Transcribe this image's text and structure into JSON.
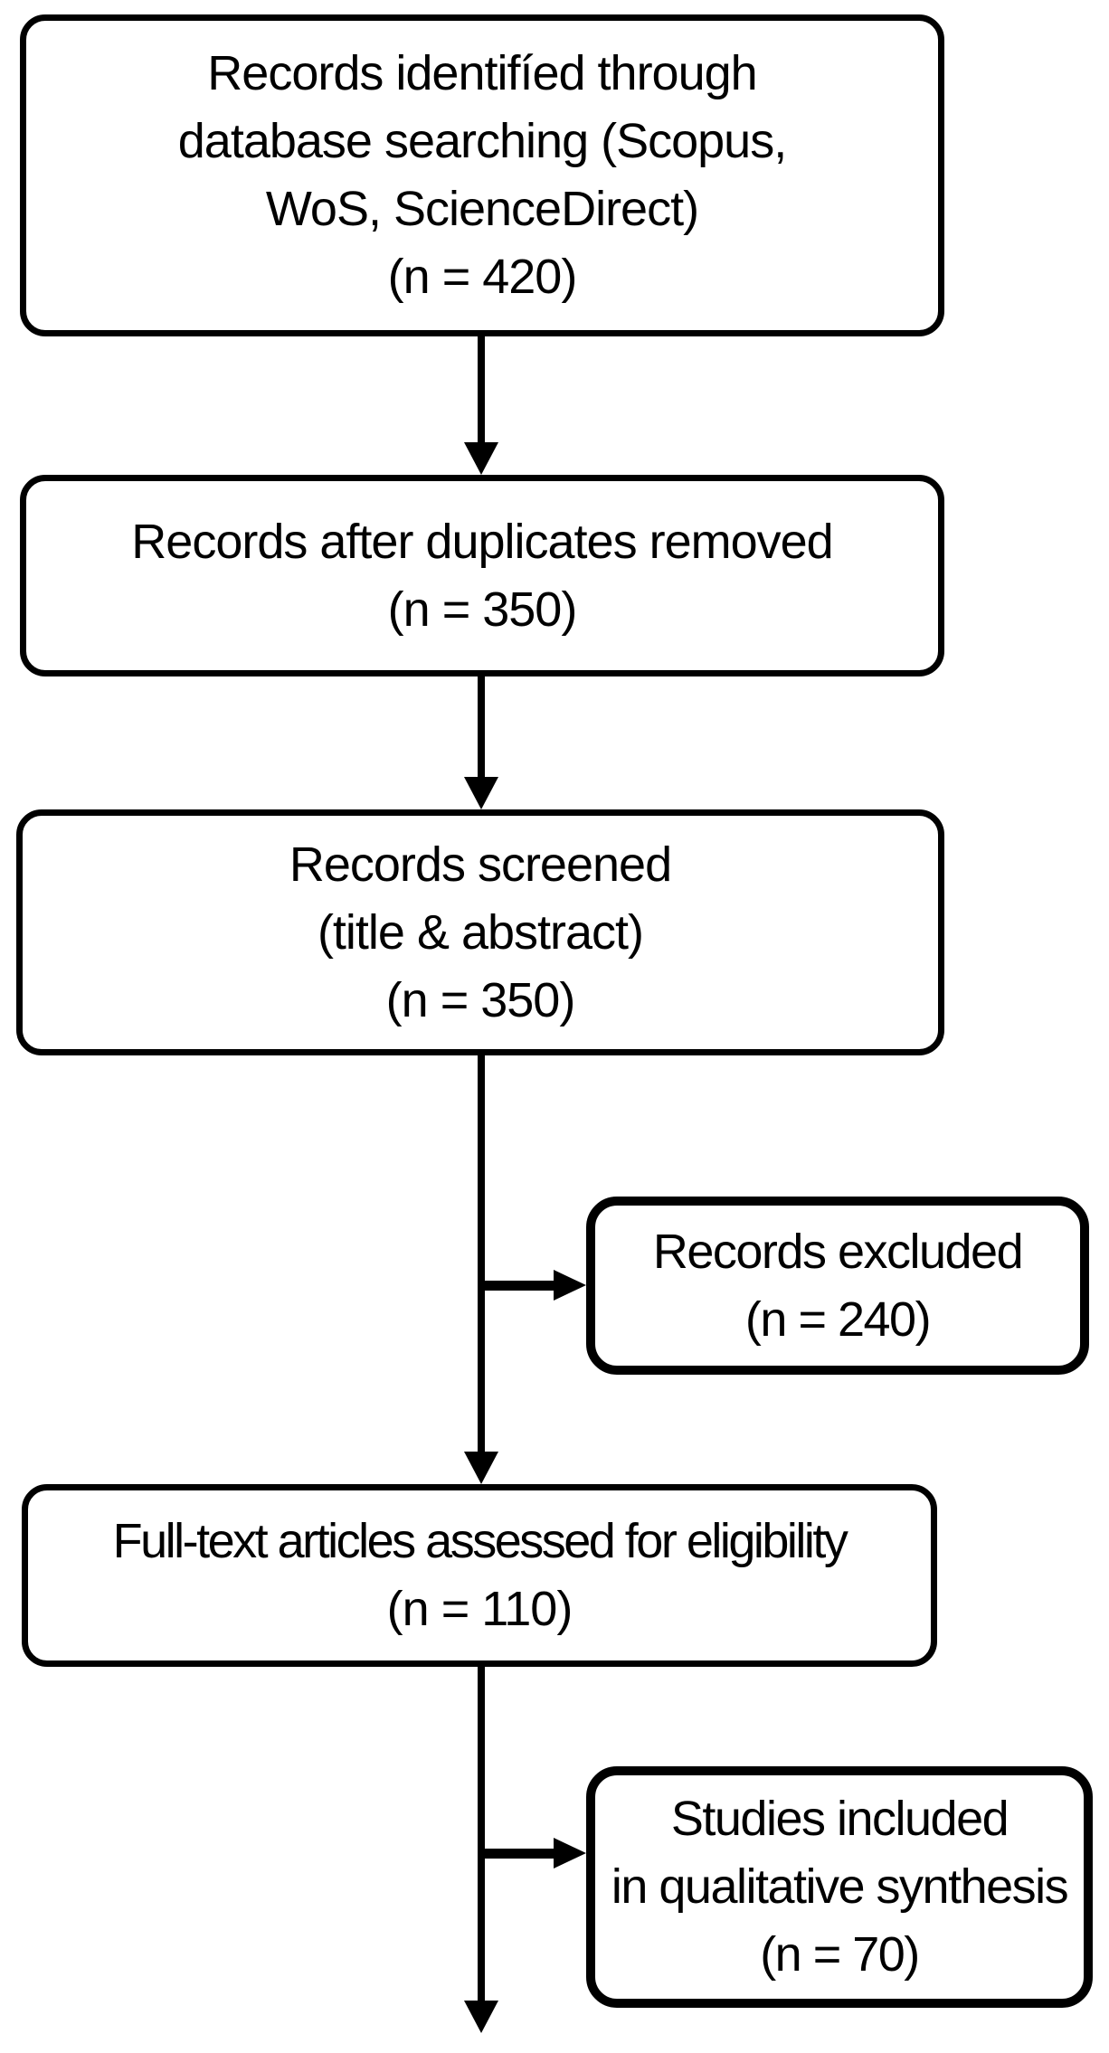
{
  "colors": {
    "background": "#ffffff",
    "box_fill": "#ffffff",
    "stroke": "#000000",
    "text": "#000000"
  },
  "flow": {
    "identification": {
      "lines": [
        "Records identifíed through",
        "database searching (Scopus,",
        "WoS, ScienceDirect)",
        "(n = 420)"
      ],
      "n": 420
    },
    "deduplication": {
      "lines": [
        "Records after duplicates removed",
        "(n = 350)"
      ],
      "n": 350
    },
    "screening": {
      "lines": [
        "Records screened",
        "(title & abstract)",
        "(n = 350)"
      ],
      "n": 350
    },
    "excluded": {
      "lines": [
        "Records excluded",
        "(n = 240)"
      ],
      "n": 240
    },
    "eligibility": {
      "lines": [
        "Full-text articles assessed for eligibility",
        "(n = 110)"
      ],
      "n": 110
    },
    "included": {
      "lines": [
        "Studies included",
        "in qualitative synthesis",
        "(n = 70)"
      ],
      "n": 70
    }
  }
}
